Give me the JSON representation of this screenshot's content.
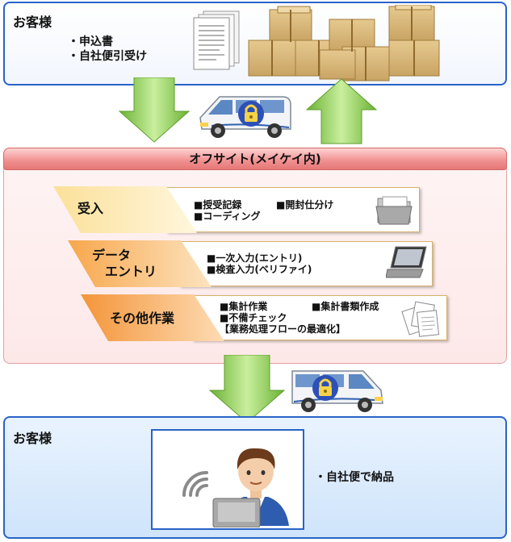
{
  "customer_top": {
    "title": "お客様",
    "items": [
      "・申込書",
      "・自社便引受け"
    ]
  },
  "offsite": {
    "title": "オフサイト(メイケイ内)"
  },
  "processes": [
    {
      "title": "受入",
      "items": [
        "■授受記録",
        "■開封仕分け",
        "■コーディング"
      ]
    },
    {
      "title_lines": [
        "データ",
        "エントリ"
      ],
      "items": [
        "■一次入力(エントリ)",
        "■検査入力(ベリファイ)"
      ]
    },
    {
      "title": "その他作業",
      "items": [
        "■集計作業",
        "■集計書類作成",
        "■不備チェック",
        "【業務処理フローの最適化】"
      ]
    }
  ],
  "customer_bottom": {
    "title": "お客様",
    "items": [
      "・自社便で納品"
    ]
  },
  "colors": {
    "customer_border": "#2a63c8",
    "customer_bottom_bg": "#d8e9fc",
    "offsite_bar": "#ef8c8c",
    "offsite_bg": "#fdecec",
    "arrow_green": "#8fce4b",
    "process_tab_1": "#fbe4a8",
    "process_tab_2": "#f8b866",
    "process_tab_3": "#f5a04a"
  },
  "icons": [
    "document-icon",
    "boxes-icon",
    "van-icon",
    "lock-icon",
    "folder-icon",
    "laptop-icon",
    "papers-icon",
    "person-icon",
    "wifi-icon"
  ]
}
